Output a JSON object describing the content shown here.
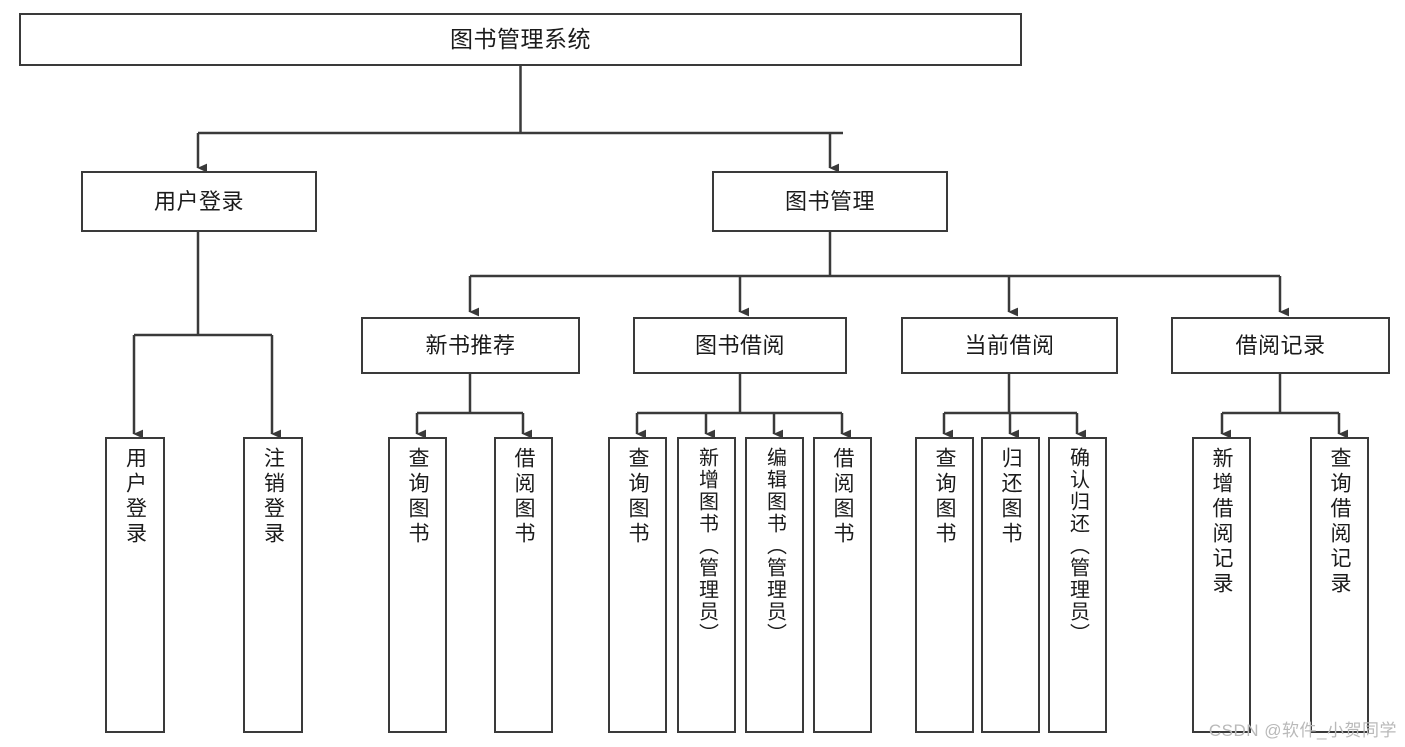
{
  "diagram": {
    "type": "tree-hierarchy-chart",
    "title": "图书管理系统",
    "stroke_color": "#3a3a3a",
    "text_color": "#1b1b1b",
    "background_color": "#ffffff",
    "root": {
      "id": "root",
      "label": "图书管理系统",
      "orientation": "horizontal"
    },
    "level2": [
      {
        "id": "user-login",
        "label": "用户登录",
        "orientation": "horizontal"
      },
      {
        "id": "book-management",
        "label": "图书管理",
        "orientation": "horizontal"
      }
    ],
    "level3": [
      {
        "id": "new-book-recommend",
        "label": "新书推荐",
        "orientation": "horizontal",
        "parent": "book-management"
      },
      {
        "id": "book-borrow",
        "label": "图书借阅",
        "orientation": "horizontal",
        "parent": "book-management"
      },
      {
        "id": "current-borrow",
        "label": "当前借阅",
        "orientation": "horizontal",
        "parent": "book-management"
      },
      {
        "id": "borrow-record",
        "label": "借阅记录",
        "orientation": "horizontal",
        "parent": "book-management"
      }
    ],
    "leaves": [
      {
        "id": "leaf-user-login",
        "label": "用户登录",
        "parent": "user-login",
        "orientation": "vertical"
      },
      {
        "id": "leaf-user-logout",
        "label": "注销登录",
        "parent": "user-login",
        "orientation": "vertical"
      },
      {
        "id": "leaf-query-book-1",
        "label": "查询图书",
        "parent": "new-book-recommend",
        "orientation": "vertical"
      },
      {
        "id": "leaf-borrow-book-1",
        "label": "借阅图书",
        "parent": "new-book-recommend",
        "orientation": "vertical"
      },
      {
        "id": "leaf-query-book-2",
        "label": "查询图书",
        "parent": "book-borrow",
        "orientation": "vertical"
      },
      {
        "id": "leaf-add-book",
        "label": "新增图书（管理员）",
        "parent": "book-borrow",
        "orientation": "vertical"
      },
      {
        "id": "leaf-edit-book",
        "label": "编辑图书（管理员）",
        "parent": "book-borrow",
        "orientation": "vertical"
      },
      {
        "id": "leaf-borrow-book-2",
        "label": "借阅图书",
        "parent": "book-borrow",
        "orientation": "vertical"
      },
      {
        "id": "leaf-query-book-3",
        "label": "查询图书",
        "parent": "current-borrow",
        "orientation": "vertical"
      },
      {
        "id": "leaf-return-book",
        "label": "归还图书",
        "parent": "current-borrow",
        "orientation": "vertical"
      },
      {
        "id": "leaf-confirm-return",
        "label": "确认归还（管理员）",
        "parent": "current-borrow",
        "orientation": "vertical"
      },
      {
        "id": "leaf-add-record",
        "label": "新增借阅记录",
        "parent": "borrow-record",
        "orientation": "vertical"
      },
      {
        "id": "leaf-query-record",
        "label": "查询借阅记录",
        "parent": "borrow-record",
        "orientation": "vertical"
      }
    ]
  },
  "watermark": {
    "text": "CSDN @软件_小贺同学"
  }
}
